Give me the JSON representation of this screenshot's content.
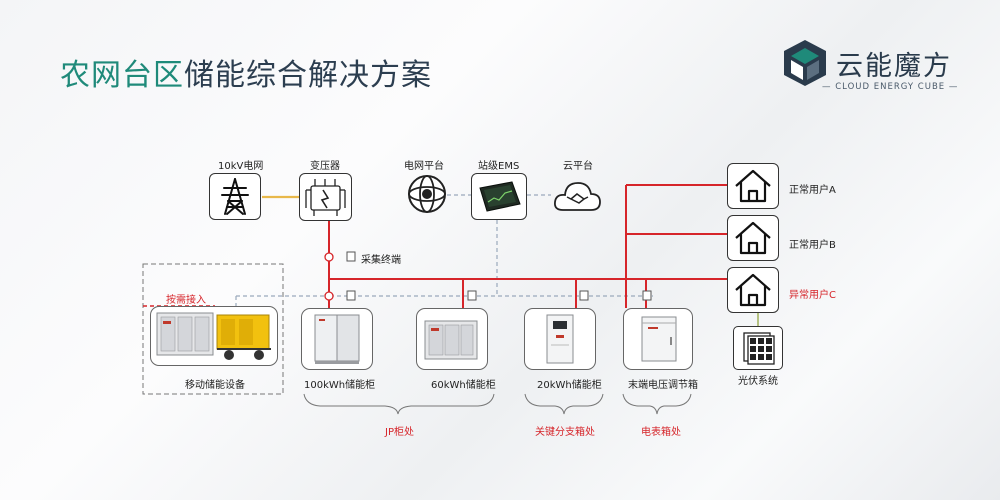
{
  "title": {
    "part1": "农网台区",
    "part2": "储能综合解决方案"
  },
  "logo": {
    "brand": "云能魔方",
    "sub": "CLOUD ENERGY CUBE"
  },
  "nodes": {
    "grid_10kv": "10kV电网",
    "transformer": "变压器",
    "grid_platform": "电网平台",
    "station_ems": "站级EMS",
    "cloud_platform": "云平台",
    "collector": "采集终端",
    "on_demand": "按需接入",
    "mobile_storage": "移动储能设备",
    "storage_100": "100kWh储能柜",
    "storage_60": "60kWh储能柜",
    "storage_20": "20kWh储能柜",
    "voltage_box": "末端电压调节箱",
    "user_a": "正常用户A",
    "user_b": "正常用户B",
    "user_c": "异常用户C",
    "pv": "光伏系统"
  },
  "groups": {
    "jp": "JP柜处",
    "branch": "关键分支箱处",
    "meter": "电表箱处"
  },
  "colors": {
    "title_green": "#1f8a7a",
    "power_line": "#d6252a",
    "comm_line": "#9aa9bc",
    "grid_line": "#e8b84a"
  },
  "icons": [
    "transmission-tower-icon",
    "transformer-icon",
    "grid-platform-logo",
    "ems-screen-icon",
    "cloud-handshake-icon",
    "house-icon",
    "solar-panel-icon",
    "sensor-icon"
  ]
}
